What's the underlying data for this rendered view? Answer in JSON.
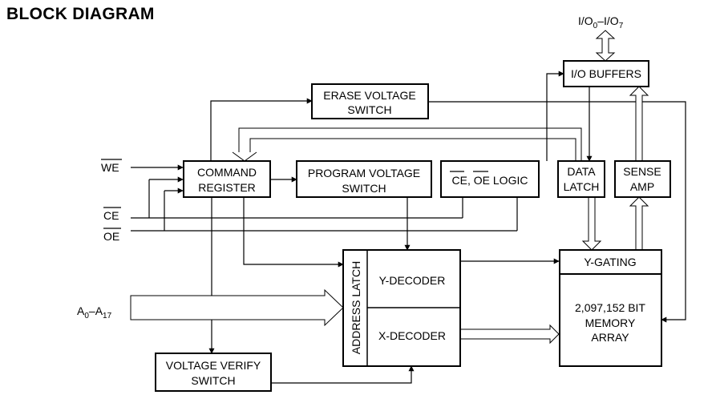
{
  "title": "BLOCK DIAGRAM",
  "signals": {
    "io_bus": {
      "p1": "I/O",
      "s1": "0",
      "p2": "–I/O",
      "s2": "7"
    },
    "we": "WE",
    "ce": "CE",
    "oe": "OE",
    "addr": {
      "p1": "A",
      "s1": "0",
      "p2": "–A",
      "s2": "17"
    }
  },
  "blocks": {
    "io_buffers": "I/O BUFFERS",
    "erase_voltage_switch": [
      "ERASE VOLTAGE",
      "SWITCH"
    ],
    "command_register": [
      "COMMAND",
      "REGISTER"
    ],
    "program_voltage_switch": [
      "PROGRAM VOLTAGE",
      "SWITCH"
    ],
    "ce_oe_logic": {
      "ce": "CE",
      "sep": ", ",
      "oe": "OE",
      "rest": " LOGIC"
    },
    "data_latch": [
      "DATA",
      "LATCH"
    ],
    "sense_amp": [
      "SENSE",
      "AMP"
    ],
    "y_gating": "Y-GATING",
    "memory_array": [
      "2,097,152 BIT",
      "MEMORY",
      "ARRAY"
    ],
    "address_latch": "ADDRESS LATCH",
    "y_decoder": "Y-DECODER",
    "x_decoder": "X-DECODER",
    "voltage_verify_switch": [
      "VOLTAGE VERIFY",
      "SWITCH"
    ]
  }
}
